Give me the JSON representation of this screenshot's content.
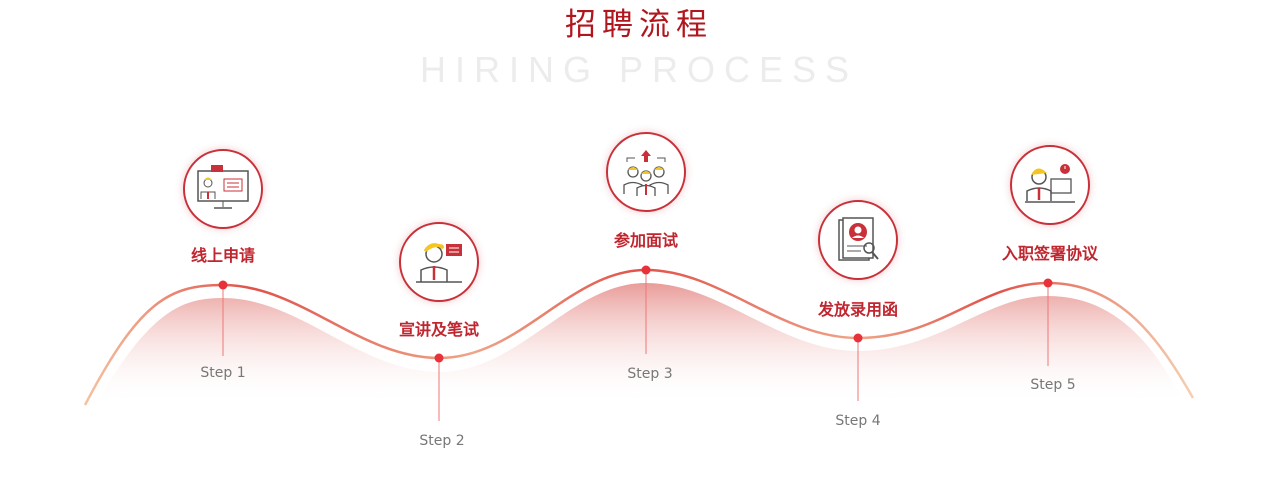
{
  "header": {
    "title": "招聘流程",
    "watermark": "HIRING PROCESS"
  },
  "steps": [
    {
      "label": "线上申请",
      "step": "Step 1",
      "icon": "online-application-icon"
    },
    {
      "label": "宣讲及笔试",
      "step": "Step 2",
      "icon": "presentation-icon"
    },
    {
      "label": "参加面试",
      "step": "Step 3",
      "icon": "interview-icon"
    },
    {
      "label": "发放录用函",
      "step": "Step 4",
      "icon": "offer-letter-icon"
    },
    {
      "label": "入职签署协议",
      "step": "Step 5",
      "icon": "onboarding-icon"
    }
  ],
  "colors": {
    "accent": "#c9313a",
    "line": "#e0524a",
    "text": "#c0262f"
  }
}
